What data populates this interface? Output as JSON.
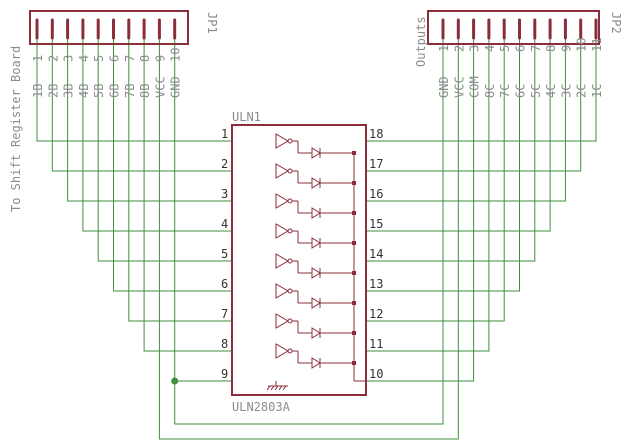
{
  "jp1": {
    "name": "JP1",
    "caption": "To Shift Register Board",
    "pin_numbers": [
      "1",
      "2",
      "3",
      "4",
      "5",
      "6",
      "7",
      "8",
      "9",
      "10"
    ],
    "signals": [
      "1B",
      "2B",
      "3B",
      "4B",
      "5B",
      "6B",
      "7B",
      "8B",
      "VCC",
      "GND"
    ]
  },
  "jp2": {
    "name": "JP2",
    "caption": "Outputs",
    "pin_numbers": [
      "1",
      "2",
      "3",
      "4",
      "5",
      "6",
      "7",
      "8",
      "9",
      "10",
      "11"
    ],
    "signals": [
      "GND",
      "VCC",
      "COM",
      "8C",
      "7C",
      "6C",
      "5C",
      "4C",
      "3C",
      "2C",
      "1C"
    ]
  },
  "uln": {
    "name": "ULN1",
    "value": "ULN2803A",
    "left_pins": [
      "1",
      "2",
      "3",
      "4",
      "5",
      "6",
      "7",
      "8",
      "9"
    ],
    "right_pins": [
      "18",
      "17",
      "16",
      "15",
      "14",
      "13",
      "12",
      "11",
      "10"
    ]
  },
  "colors": {
    "part": "#8b2d3a",
    "net": "#3f8f3f",
    "label": "#8c8c8c",
    "pin_number": "#333333"
  }
}
